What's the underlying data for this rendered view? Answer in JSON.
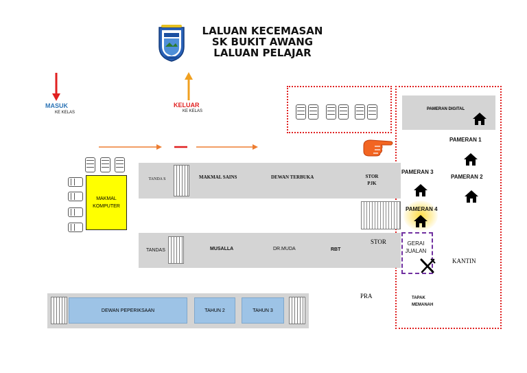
{
  "header": {
    "line1": "LALUAN KECEMASAN",
    "line2": "SK BUKIT AWANG",
    "line3": "LALUAN PELAJAR"
  },
  "legend": {
    "masuk": "MASUK",
    "masuk_sub": "KE KELAS",
    "keluar": "KELUAR",
    "keluar_sub": "KE KELAS"
  },
  "rooms": {
    "makmal_komputer": "MAKMAL KOMPUTER",
    "tandas_top": "TANDA S",
    "makmal_sains": "MAKMAL SAINS",
    "dewan_terbuka": "DEWAN TERBUKA",
    "stor_pjk": "STOR PJK",
    "tandas_bottom": "TANDAS",
    "musalla": "MUSALLA",
    "dr_muda": "DR.MUDA",
    "rbt": "RBT",
    "stor": "STOR",
    "pra": "PRA",
    "dewan_peperiksaan": "DEWAN PEPERIKSAAN",
    "tahun2": "TAHUN 2",
    "tahun3": "TAHUN 3"
  },
  "exhibition": {
    "pameran_digital": "PAMERAN DIGITAL",
    "pameran1": "PAMERAN 1",
    "pameran2": "PAMERAN 2",
    "pameran3": "PAMERAN 3",
    "pameran4": "PAMERAN 4",
    "gerai_jualan": "GERAI JUALAN",
    "kantin": "KANTIN",
    "tapak_memanah": "TAPAK MEMANAH"
  },
  "colors": {
    "arrow_masuk": "#e02020",
    "arrow_keluar": "#f0a020",
    "route_orange": "#ed7d31",
    "dotted_border": "#e02020",
    "computer_lab": "#ffff00",
    "gerai_border": "#7030a0",
    "building_gray": "#d4d4d4",
    "blue_rooms": "#9dc3e6"
  },
  "icons": [
    "school-crest-icon",
    "house-icon",
    "utensils-icon",
    "pointing-hand-icon",
    "car-icon",
    "stairs-icon"
  ]
}
